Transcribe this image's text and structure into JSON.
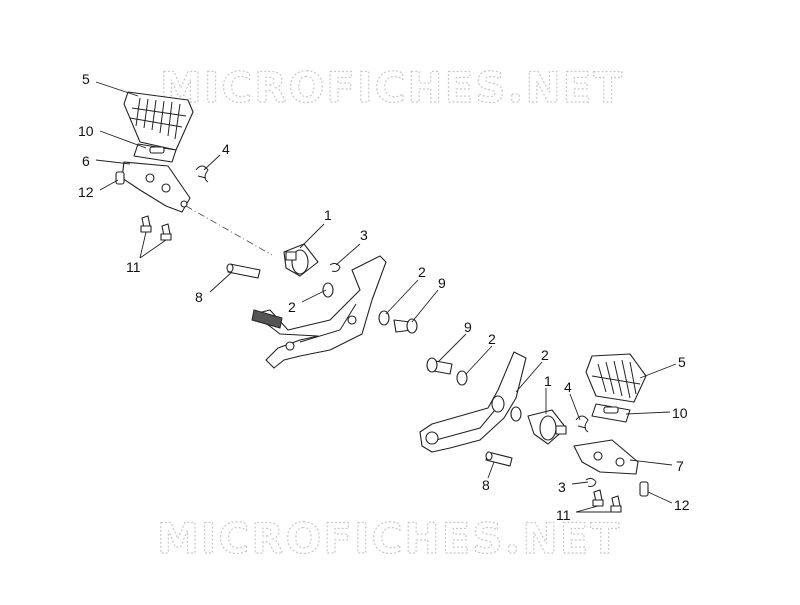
{
  "watermarks": [
    "MICROFICHES.NET",
    "MICROFICHES.NET"
  ],
  "callouts": [
    {
      "id": "c5a",
      "label": "5"
    },
    {
      "id": "c10a",
      "label": "10"
    },
    {
      "id": "c6",
      "label": "6"
    },
    {
      "id": "c12a",
      "label": "12"
    },
    {
      "id": "c4a",
      "label": "4"
    },
    {
      "id": "c11a",
      "label": "11"
    },
    {
      "id": "c1a",
      "label": "1"
    },
    {
      "id": "c3a",
      "label": "3"
    },
    {
      "id": "c2a",
      "label": "2"
    },
    {
      "id": "c8a",
      "label": "8"
    },
    {
      "id": "c2b",
      "label": "2"
    },
    {
      "id": "c9a",
      "label": "9"
    },
    {
      "id": "c9b",
      "label": "9"
    },
    {
      "id": "c2c",
      "label": "2"
    },
    {
      "id": "c2d",
      "label": "2"
    },
    {
      "id": "c1b",
      "label": "1"
    },
    {
      "id": "c4b",
      "label": "4"
    },
    {
      "id": "c5b",
      "label": "5"
    },
    {
      "id": "c10b",
      "label": "10"
    },
    {
      "id": "c7",
      "label": "7"
    },
    {
      "id": "c8b",
      "label": "8"
    },
    {
      "id": "c3b",
      "label": "3"
    },
    {
      "id": "c11b",
      "label": "11"
    },
    {
      "id": "c12b",
      "label": "12"
    }
  ]
}
